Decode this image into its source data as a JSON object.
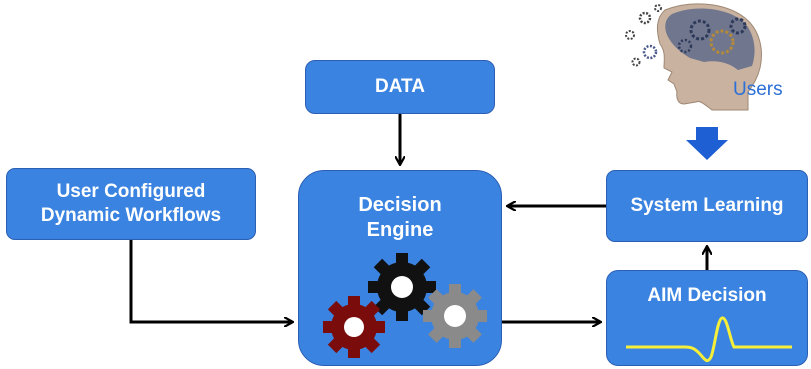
{
  "nodes": {
    "data": "DATA",
    "workflows_line1": "User Configured",
    "workflows_line2": "Dynamic Workflows",
    "engine_line1": "Decision",
    "engine_line2": "Engine",
    "learning": "System Learning",
    "aim": "AIM Decision",
    "users": "Users"
  },
  "colors": {
    "box_fill": "#3a83e0",
    "box_border": "#2c5fb3",
    "arrow": "#000000",
    "users_arrow": "#1f5fd4",
    "waveform": "#f5ef3a",
    "gear_dark": "#111111",
    "gear_red": "#7a0c0c",
    "gear_gray": "#8a8a8a"
  },
  "icons": {
    "users_image": "brain-gears-head-icon",
    "engine_gears": "gears-icon"
  }
}
